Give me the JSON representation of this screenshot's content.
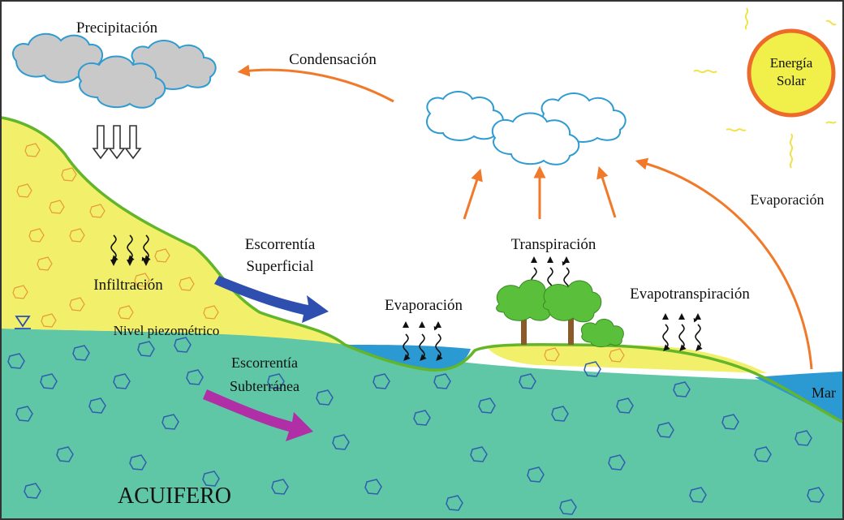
{
  "labels": {
    "precipitation": "Precipitación",
    "condensation": "Condensación",
    "solar_energy_line1": "Energía",
    "solar_energy_line2": "Solar",
    "evaporation_sea": "Evaporación",
    "runoff_surface_line1": "Escorrentía",
    "runoff_surface_line2": "Superficial",
    "transpiration": "Transpiración",
    "infiltration": "Infiltración",
    "evaporation_lake": "Evaporación",
    "evapotranspiration": "Evapotranspiración",
    "water_table": "Nivel piezométrico",
    "runoff_subsurface_line1": "Escorrentía",
    "runoff_subsurface_line2": "Subterránea",
    "sea": "Mar",
    "aquifer": "ACUIFERO"
  },
  "colors": {
    "aquifer": "#5fc6a6",
    "soil": "#f2f06a",
    "ground_line": "#63b52a",
    "water": "#2c9ad2",
    "sun_fill": "#f1f04a",
    "sun_ring": "#ee6a2a",
    "sun_rays": "#f0e24a",
    "arrows_orange": "#f07a2a",
    "runoff_surface_arrow": "#2f4fb0",
    "runoff_subsurface_arrow": "#b02fa6",
    "cloud_rain": "#c9c9c9",
    "cloud_outline": "#2e9bd2",
    "tree_leaves": "#5abf3a",
    "tree_trunk": "#8a5a2a"
  }
}
